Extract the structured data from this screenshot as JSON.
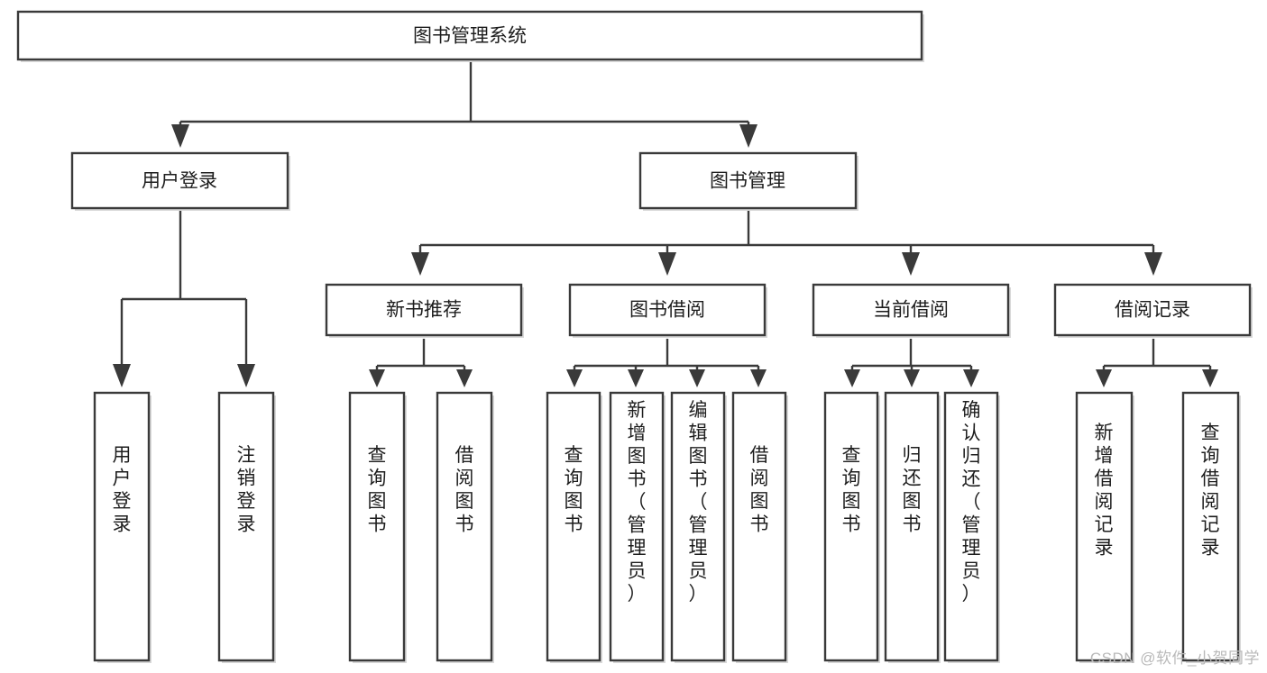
{
  "diagram": {
    "type": "tree-hierarchy",
    "title": "图书管理系统",
    "watermark": "CSDN @软件_小贺同学",
    "colors": {
      "stroke": "#3a3a3a",
      "fill": "#ffffff",
      "text": "#1d1d1d",
      "watermark": "#b9b9b9",
      "background": "#ffffff"
    },
    "root": {
      "id": "root",
      "label": "图书管理系统",
      "orientation": "horizontal"
    },
    "level2": [
      {
        "id": "user-login",
        "label": "用户登录",
        "orientation": "horizontal"
      },
      {
        "id": "book-manage",
        "label": "图书管理",
        "orientation": "horizontal"
      }
    ],
    "level3": [
      {
        "id": "new-book-rec",
        "label": "新书推荐",
        "parent": "book-manage",
        "orientation": "horizontal"
      },
      {
        "id": "book-borrow",
        "label": "图书借阅",
        "parent": "book-manage",
        "orientation": "horizontal"
      },
      {
        "id": "current-borrow",
        "label": "当前借阅",
        "parent": "book-manage",
        "orientation": "horizontal"
      },
      {
        "id": "borrow-record",
        "label": "借阅记录",
        "parent": "book-manage",
        "orientation": "horizontal"
      }
    ],
    "leaves": [
      {
        "id": "leaf-user-login",
        "label": "用户登录",
        "parent": "user-login",
        "orientation": "vertical"
      },
      {
        "id": "leaf-user-logout",
        "label": "注销登录",
        "parent": "user-login",
        "orientation": "vertical"
      },
      {
        "id": "leaf-query-book-1",
        "label": "查询图书",
        "parent": "new-book-rec",
        "orientation": "vertical"
      },
      {
        "id": "leaf-borrow-book-1",
        "label": "借阅图书",
        "parent": "new-book-rec",
        "orientation": "vertical"
      },
      {
        "id": "leaf-query-book-2",
        "label": "查询图书",
        "parent": "book-borrow",
        "orientation": "vertical"
      },
      {
        "id": "leaf-add-book",
        "label": "新增图书（管理员）",
        "parent": "book-borrow",
        "orientation": "vertical"
      },
      {
        "id": "leaf-edit-book",
        "label": "编辑图书（管理员）",
        "parent": "book-borrow",
        "orientation": "vertical"
      },
      {
        "id": "leaf-borrow-book-2",
        "label": "借阅图书",
        "parent": "book-borrow",
        "orientation": "vertical"
      },
      {
        "id": "leaf-query-book-3",
        "label": "查询图书",
        "parent": "current-borrow",
        "orientation": "vertical"
      },
      {
        "id": "leaf-return-book",
        "label": "归还图书",
        "parent": "current-borrow",
        "orientation": "vertical"
      },
      {
        "id": "leaf-confirm-return",
        "label": "确认归还（管理员）",
        "parent": "current-borrow",
        "orientation": "vertical"
      },
      {
        "id": "leaf-add-record",
        "label": "新增借阅记录",
        "parent": "borrow-record",
        "orientation": "vertical"
      },
      {
        "id": "leaf-query-record",
        "label": "查询借阅记录",
        "parent": "borrow-record",
        "orientation": "vertical"
      }
    ]
  }
}
